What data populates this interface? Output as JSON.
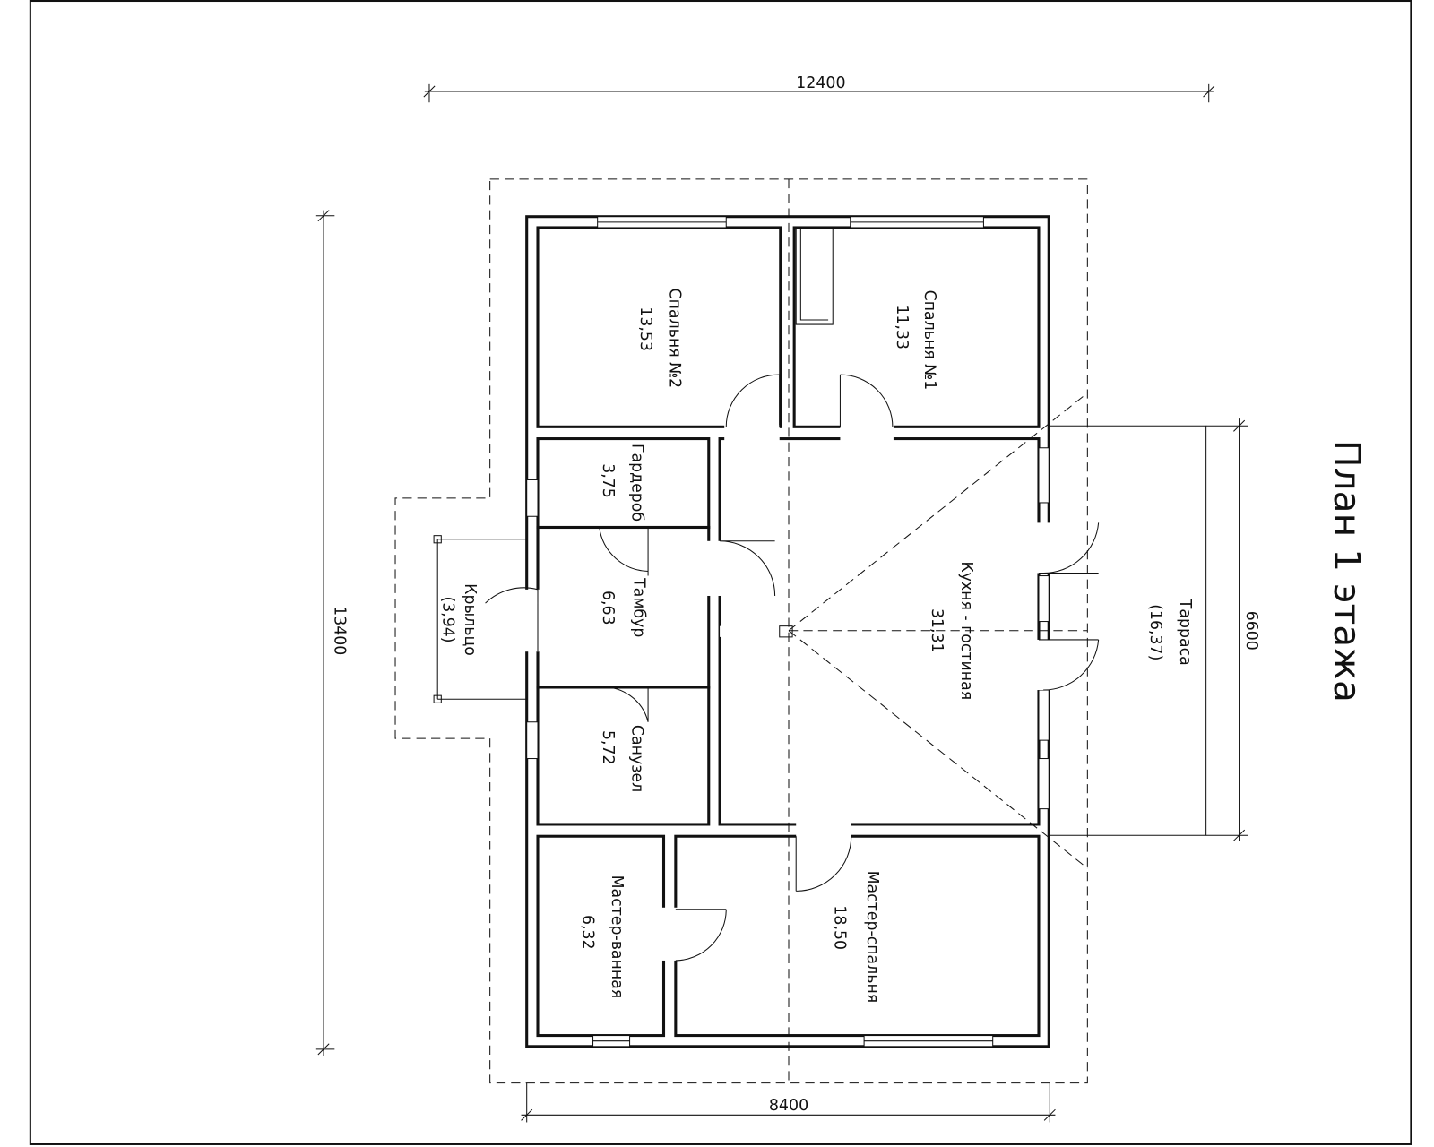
{
  "title": "План 1 этажа",
  "dimensions": {
    "top": "12400",
    "left": "13400",
    "right": "6600",
    "bottom": "8400"
  },
  "rooms": {
    "bedroom2": {
      "name": "Спальня №2",
      "area": "13,53"
    },
    "bedroom1": {
      "name": "Спальня №1",
      "area": "11,33"
    },
    "wardrobe": {
      "name": "Гардероб",
      "area": "3,75"
    },
    "vestibule": {
      "name": "Тамбур",
      "area": "6,63"
    },
    "bathroom": {
      "name": "Санузел",
      "area": "5,72"
    },
    "kitchen": {
      "name": "Кухня - гостиная",
      "area": "31,31"
    },
    "master_bath": {
      "name": "Мастер-ванная",
      "area": "6,32"
    },
    "master_bedroom": {
      "name": "Мастер-спальня",
      "area": "18,50"
    },
    "porch": {
      "name": "Крыльцо",
      "area": "(3,94)"
    },
    "terrace": {
      "name": "Тарраса",
      "area": "(16,37)"
    }
  }
}
